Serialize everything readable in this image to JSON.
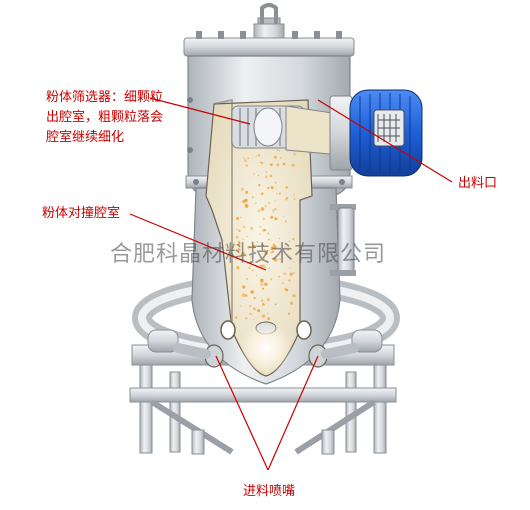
{
  "labels": {
    "classifier": "粉体筛选器：细颗粒出腔室，粗颗粒落会腔室继续细化",
    "outlet": "出料口",
    "chamber": "粉体对撞腔室",
    "nozzle": "进料喷嘴"
  },
  "watermark": "合肥科晶材料技术有限公司",
  "colors": {
    "callout_text": "#cc0000",
    "callout_line": "#cc0000",
    "motor": "#1f5fd8",
    "chamber_fill": "#efe6cf",
    "particles": "#f2a23a",
    "steel": "#cfd4d8"
  }
}
